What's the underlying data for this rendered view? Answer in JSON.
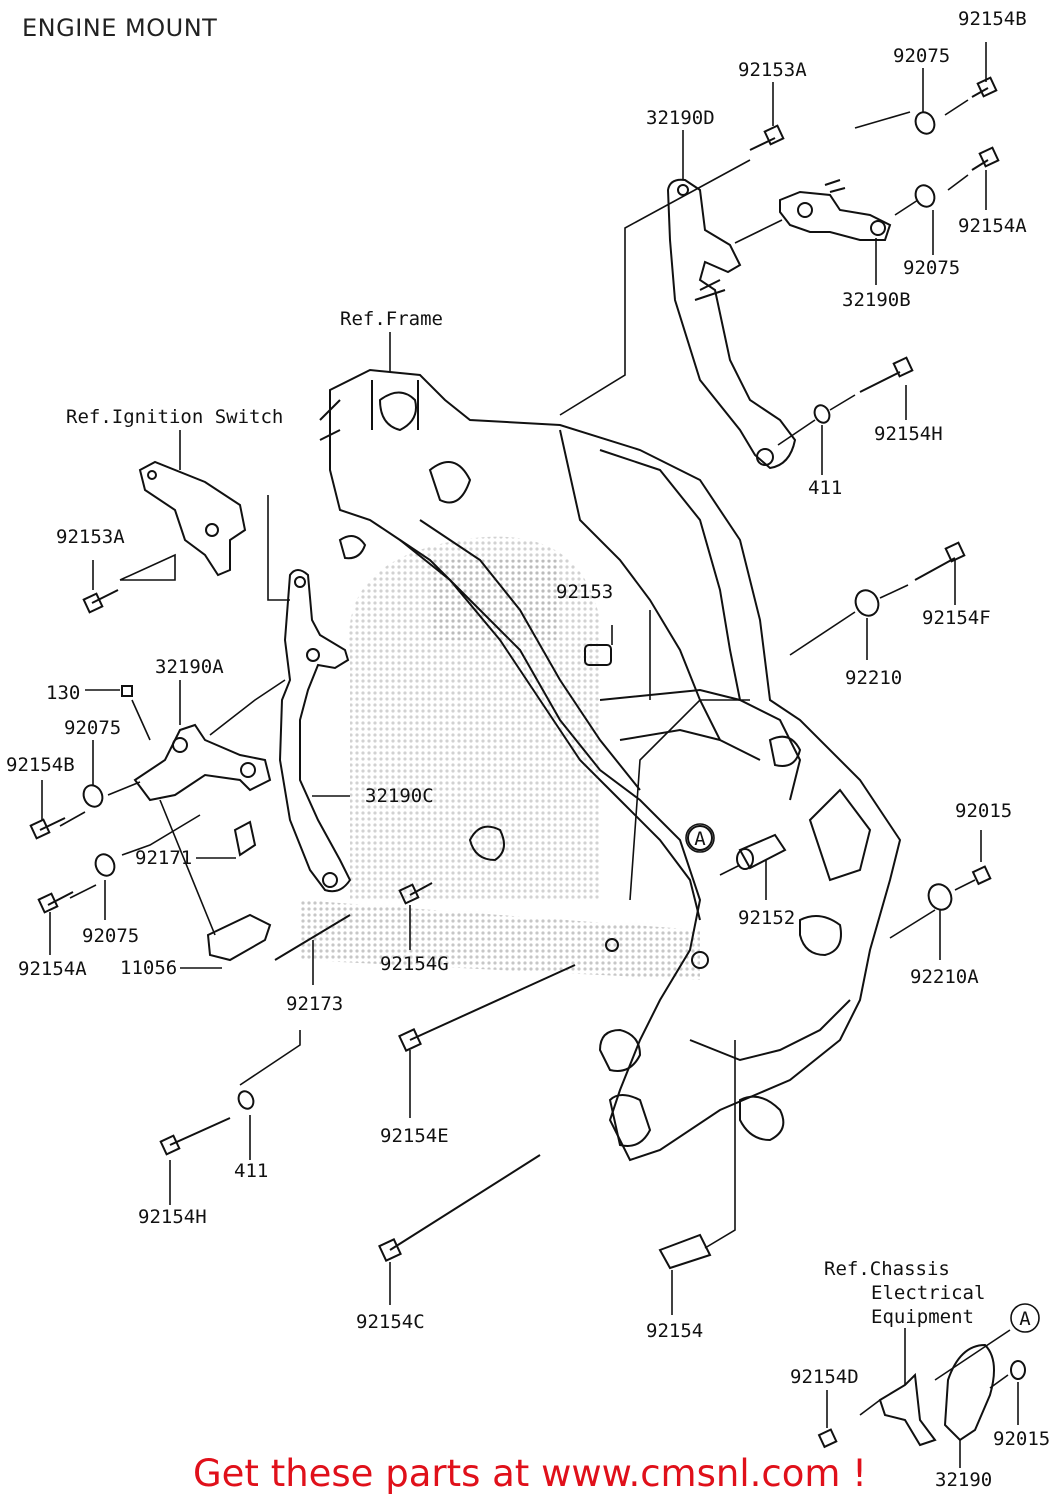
{
  "title": "ENGINE MOUNT",
  "footer": "Get these parts at www.cmsnl.com !",
  "labels": {
    "p92154B_top": "92154B",
    "p92075_top": "92075",
    "p92153A_top": "92153A",
    "p32190D": "32190D",
    "p92154A_right": "92154A",
    "p92075_right": "92075",
    "p32190B": "32190B",
    "ref_frame": "Ref.Frame",
    "ref_ignition": "Ref.Ignition Switch",
    "p92154H_right": "92154H",
    "p411_right": "411",
    "p92153A_left": "92153A",
    "p92153": "92153",
    "p92154F": "92154F",
    "p92210": "92210",
    "p32190A": "32190A",
    "p130": "130",
    "p92075_left1": "92075",
    "p92154B_left": "92154B",
    "p32190C": "32190C",
    "p92015_right": "92015",
    "p92171": "92171",
    "p92075_left2": "92075",
    "p92154A_left": "92154A",
    "p11056": "11056",
    "p92173": "92173",
    "p92154G": "92154G",
    "p92152": "92152",
    "p92210A": "92210A",
    "p92154E": "92154E",
    "p411_left": "411",
    "p92154H_left": "92154H",
    "p92154C": "92154C",
    "p92154": "92154",
    "ref_chassis_1": "Ref.Chassis",
    "ref_chassis_2": "Electrical",
    "ref_chassis_3": "Equipment",
    "callout_a1": "A",
    "callout_a2": "A",
    "p92154D": "92154D",
    "p92015_bottom": "92015",
    "p32190": "32190"
  }
}
